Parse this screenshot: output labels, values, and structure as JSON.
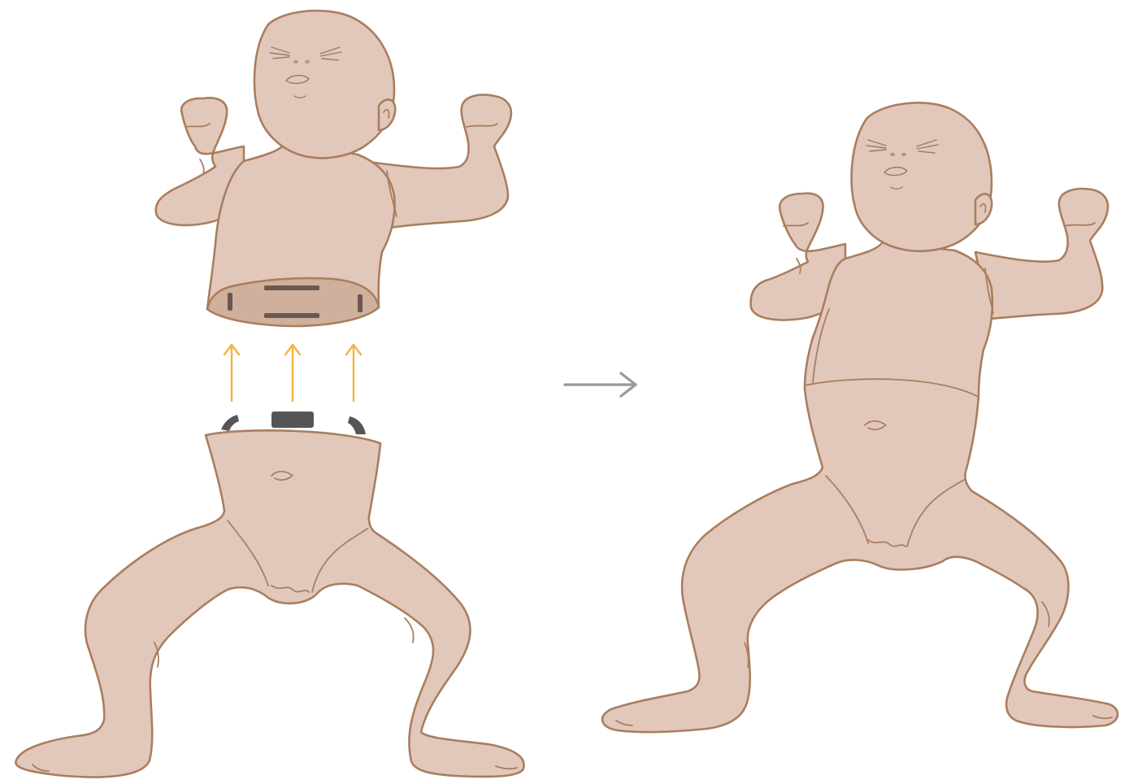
{
  "diagram": {
    "steps": [
      {
        "name": "separate-parts",
        "parts": [
          "upper-torso",
          "lower-body"
        ],
        "action": "attach"
      },
      {
        "name": "assembled-manikin",
        "parts": [
          "full-body"
        ]
      }
    ],
    "colors": {
      "skin": "#e2c8bb",
      "outline": "#a97e5f",
      "cut_face": "#ceb09c",
      "slot": "#6b5850",
      "connector": "#555555",
      "guide_arrow": "#f2b541",
      "result_arrow": "#999999",
      "face_features": "#9c7a68"
    },
    "icons": {
      "guide_arrows": "arrow-up-icon",
      "result_arrow": "arrow-right-icon"
    }
  }
}
